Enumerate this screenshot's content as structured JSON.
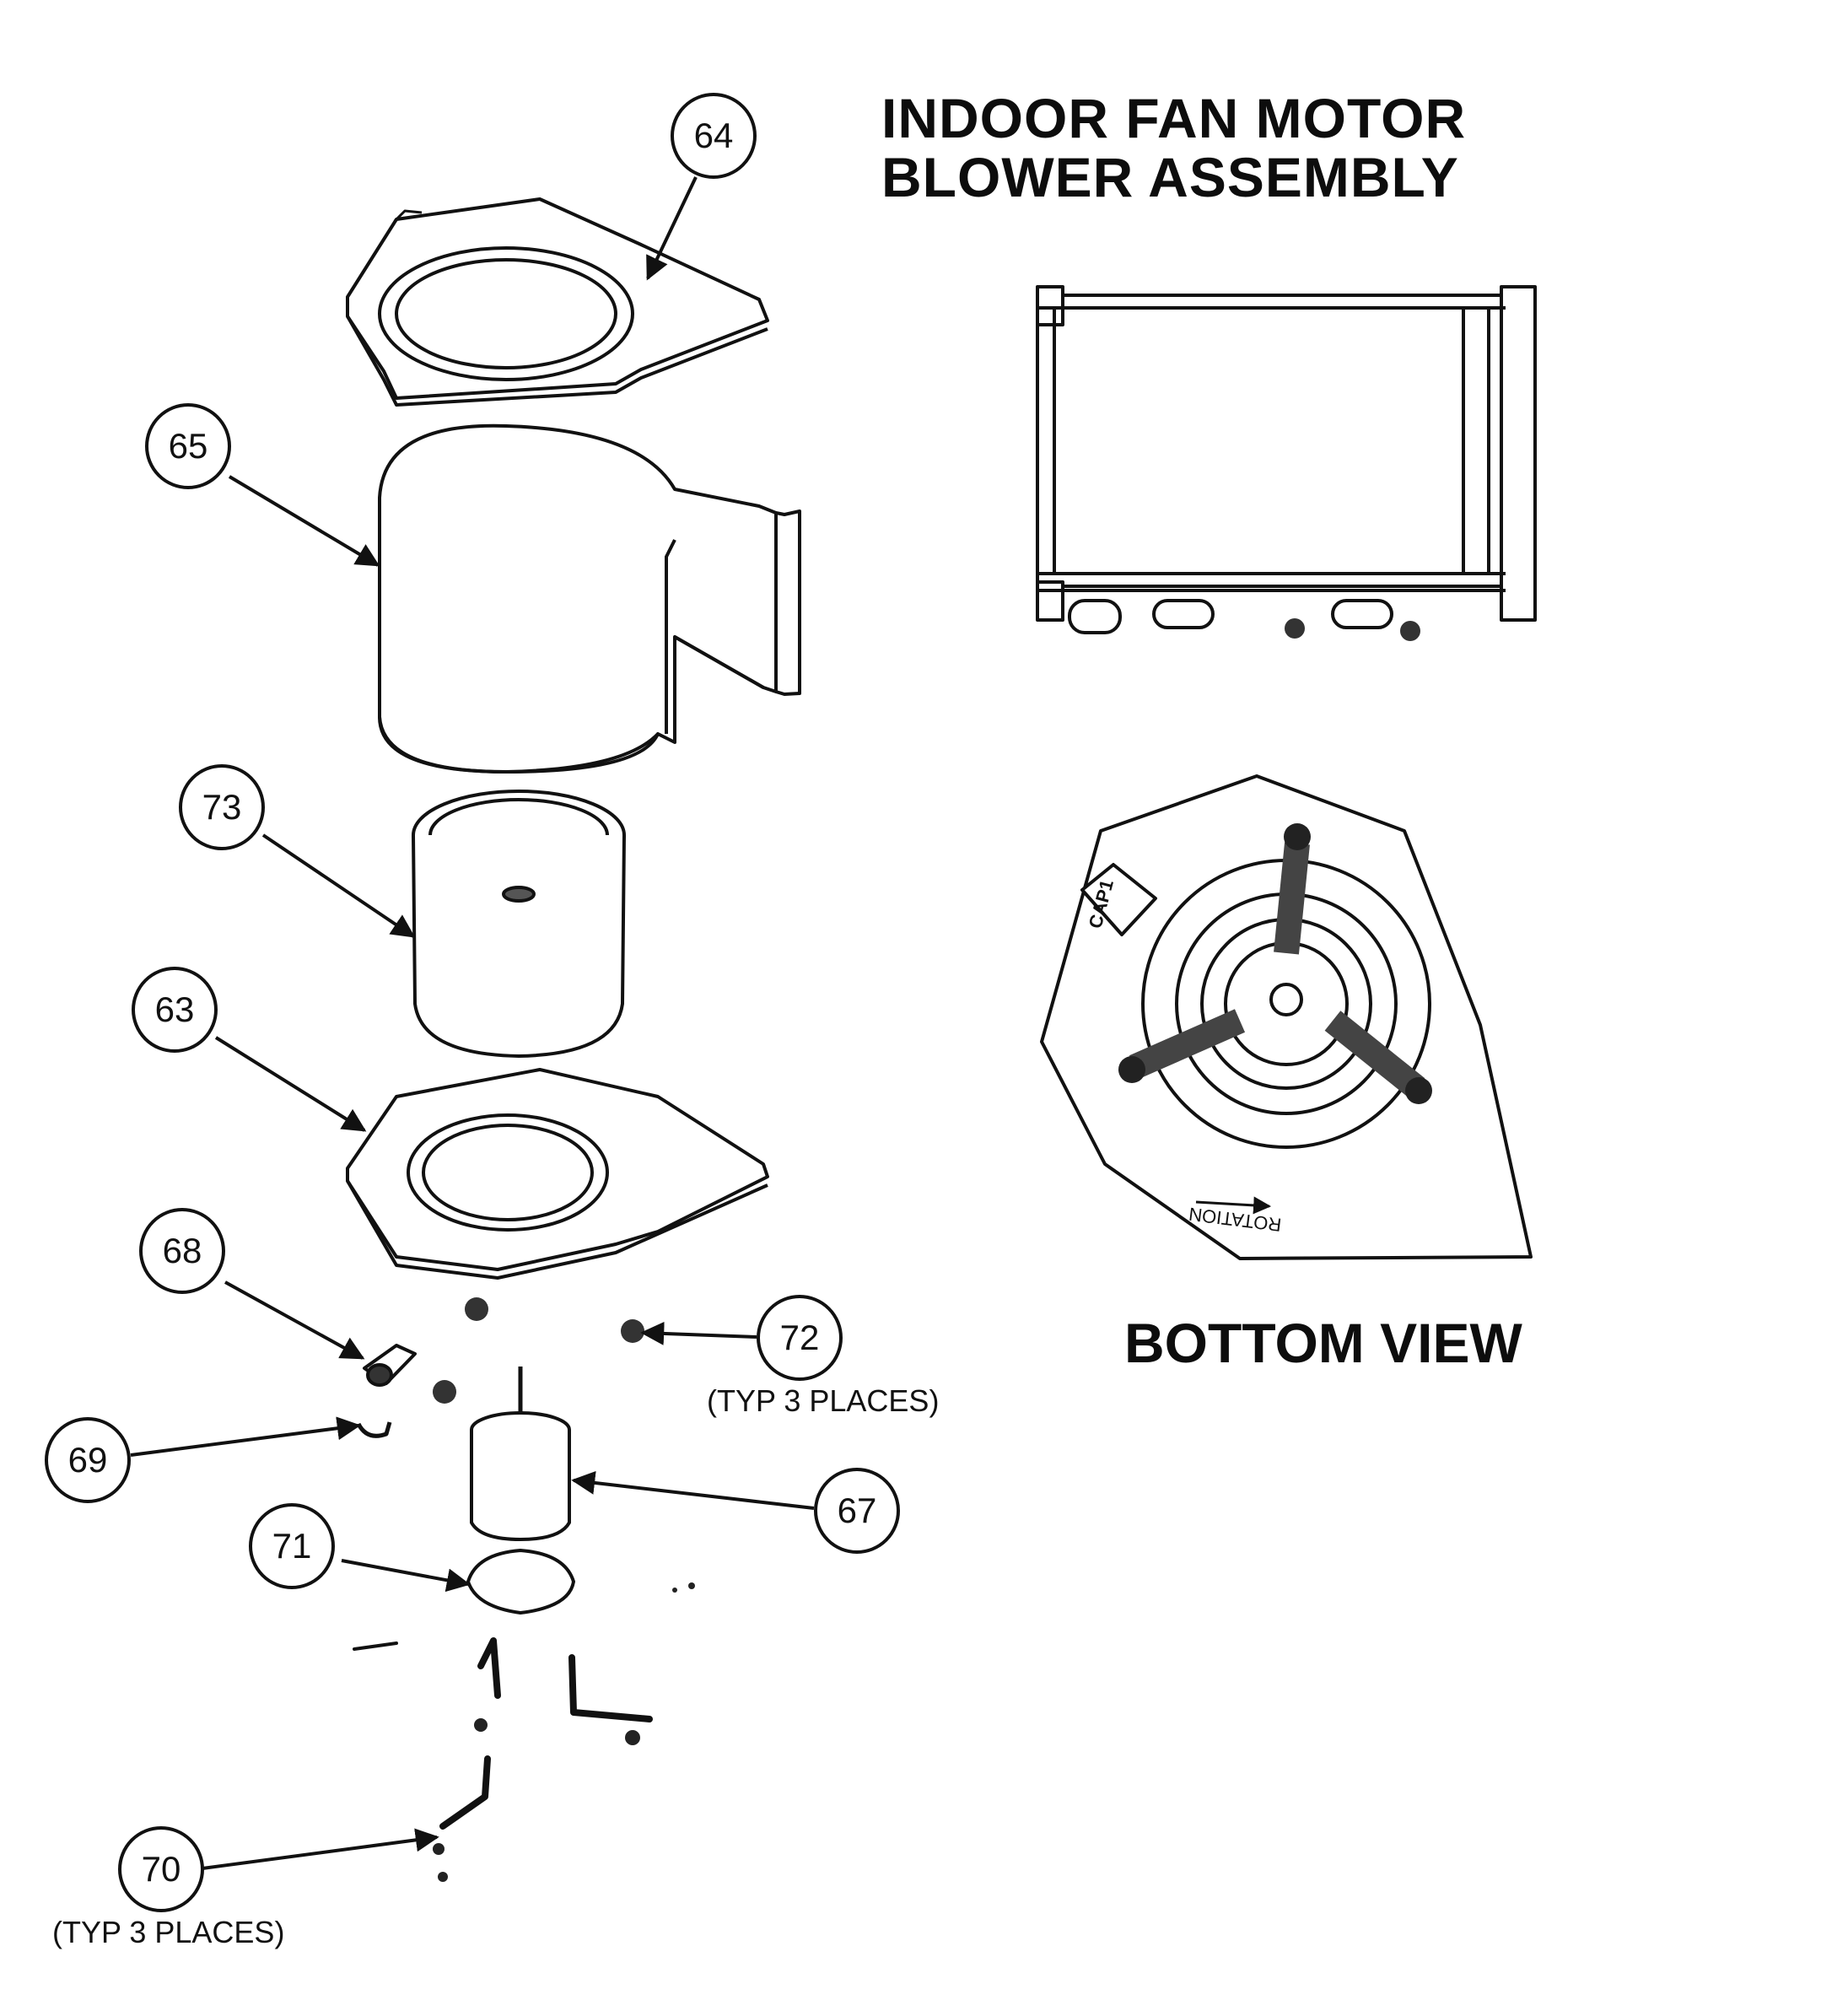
{
  "title": {
    "line1": "INDOOR FAN MOTOR",
    "line2": "BLOWER ASSEMBLY"
  },
  "bottom_view_label": "BOTTOM VIEW",
  "callouts": {
    "c64": "64",
    "c65": "65",
    "c73": "73",
    "c63": "63",
    "c68": "68",
    "c69": "69",
    "c71": "71",
    "c70": "70",
    "c72": "72",
    "c67": "67"
  },
  "notes": {
    "typ72": "(TYP 3 PLACES)",
    "typ70": "(TYP 3 PLACES)"
  },
  "part_labels": {
    "cap": "CAP1",
    "rotation": "ROTATION"
  }
}
